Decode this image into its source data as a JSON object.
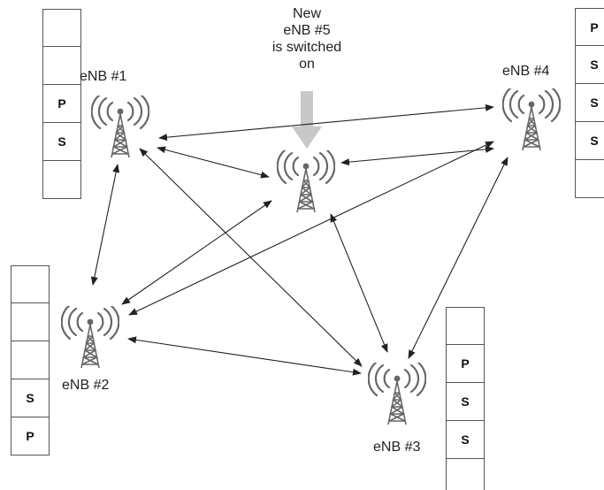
{
  "stations": {
    "enb1": {
      "label": "eNB #1",
      "slots": [
        "",
        "",
        "P",
        "S",
        ""
      ]
    },
    "enb2": {
      "label": "eNB #2",
      "slots": [
        "",
        "",
        "",
        "S",
        "P"
      ]
    },
    "enb3": {
      "label": "eNB #3",
      "slots": [
        "",
        "P",
        "S",
        "S",
        ""
      ]
    },
    "enb4": {
      "label": "eNB #4",
      "slots": [
        "P",
        "S",
        "S",
        "S",
        ""
      ]
    }
  },
  "new_station": {
    "note_line1": "New",
    "note_line2": "eNB #5",
    "note_line3": "is switched",
    "note_line4": "on"
  },
  "links": [
    [
      "enb1",
      "enb2"
    ],
    [
      "enb1",
      "enb5"
    ],
    [
      "enb1",
      "enb4"
    ],
    [
      "enb1",
      "enb3"
    ],
    [
      "enb2",
      "enb5"
    ],
    [
      "enb2",
      "enb4"
    ],
    [
      "enb2",
      "enb3"
    ],
    [
      "enb5",
      "enb4"
    ],
    [
      "enb5",
      "enb3"
    ],
    [
      "enb4",
      "enb3"
    ]
  ],
  "colors": {
    "line": "#222222",
    "arrow_hint": "#c8c8c8",
    "tower": "#666666"
  }
}
